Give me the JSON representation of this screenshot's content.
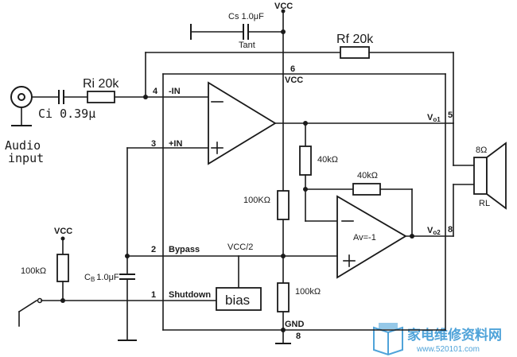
{
  "labels": {
    "vcc_top": "VCC",
    "cs": "Cs  1.0μF",
    "tant": "Tant",
    "rf": "Rf 20k",
    "pin6": "6",
    "vcc_ic": "VCC",
    "pin4": "4",
    "in_minus": "-IN",
    "ri": "Ri 20k",
    "ci": "Ci 0.39μ",
    "audio": "Audio",
    "input": "input",
    "vo1": "V",
    "vo1_sub": "o1",
    "pin5": "5",
    "pin3": "3",
    "in_plus": "+IN",
    "r40k_a": "40kΩ",
    "r40k_b": "40kΩ",
    "speaker_ohm": "8Ω",
    "rl": "RL",
    "r100k_mid": "100KΩ",
    "av": "Av=-1",
    "vo2": "V",
    "vo2_sub": "o2",
    "pin8": "8",
    "vcc_left": "VCC",
    "pin2": "2",
    "bypass": "Bypass",
    "vcc_half": "VCC/2",
    "r100k_left": "100kΩ",
    "cb": "C",
    "cb_sub": "B",
    "cb_val": "1.0μF",
    "pin1": "1",
    "shutdown": "Shutdown",
    "bias": "bias",
    "r100k_bottom": "100kΩ",
    "gnd": "GND",
    "pin8_bottom": "8",
    "minus_sign": "−",
    "plus_sign": "+"
  },
  "watermark": {
    "text_cn": "家电维修资料网",
    "url": "www.520101.com",
    "color": "#4fa3d9"
  }
}
